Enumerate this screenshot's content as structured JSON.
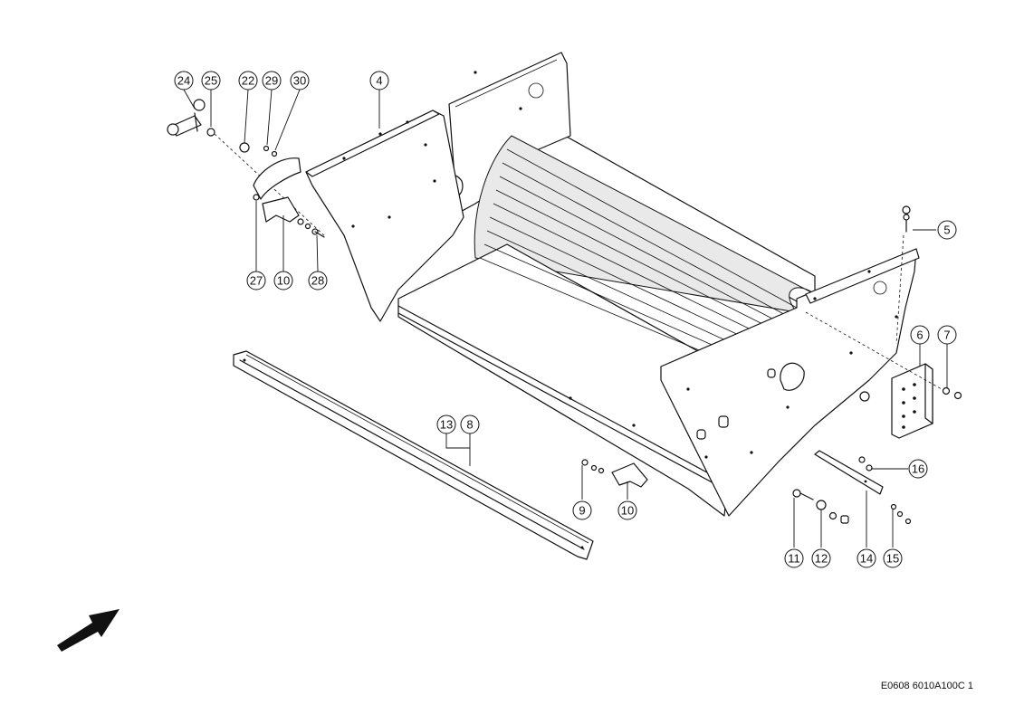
{
  "diagram": {
    "reference_code": "E0608 6010A100C 1",
    "callouts": [
      {
        "id": "c24",
        "label": "24"
      },
      {
        "id": "c25",
        "label": "25"
      },
      {
        "id": "c22",
        "label": "22"
      },
      {
        "id": "c29",
        "label": "29"
      },
      {
        "id": "c30",
        "label": "30"
      },
      {
        "id": "c4",
        "label": "4"
      },
      {
        "id": "c5",
        "label": "5"
      },
      {
        "id": "c27",
        "label": "27"
      },
      {
        "id": "c10a",
        "label": "10"
      },
      {
        "id": "c28",
        "label": "28"
      },
      {
        "id": "c6",
        "label": "6"
      },
      {
        "id": "c7",
        "label": "7"
      },
      {
        "id": "c13",
        "label": "13"
      },
      {
        "id": "c8",
        "label": "8"
      },
      {
        "id": "c16",
        "label": "16"
      },
      {
        "id": "c9",
        "label": "9"
      },
      {
        "id": "c10b",
        "label": "10"
      },
      {
        "id": "c11",
        "label": "11"
      },
      {
        "id": "c12",
        "label": "12"
      },
      {
        "id": "c14",
        "label": "14"
      },
      {
        "id": "c15",
        "label": "15"
      }
    ],
    "orientation_arrow_icon": "direction-arrow-icon"
  }
}
